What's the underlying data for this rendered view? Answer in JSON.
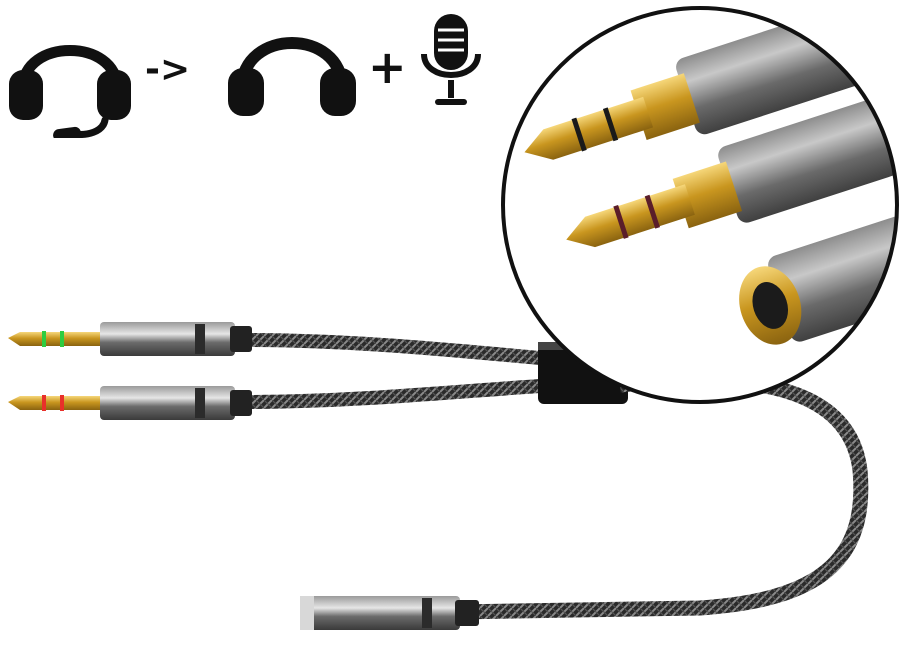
{
  "legend": {
    "arrow_symbol": "->",
    "plus_symbol": "+",
    "icons": [
      "headset-with-mic-icon",
      "headphones-icon",
      "microphone-icon"
    ]
  },
  "product": {
    "connectors": [
      "headphone-plug",
      "microphone-plug",
      "female-jack"
    ],
    "ring_colors": {
      "headphone": "#2ecc40",
      "microphone": "#e8302a"
    },
    "plug_gold": "#d4a83a",
    "shell_gray": "#6e6e6e",
    "cable_dark": "#2a2a2a"
  }
}
